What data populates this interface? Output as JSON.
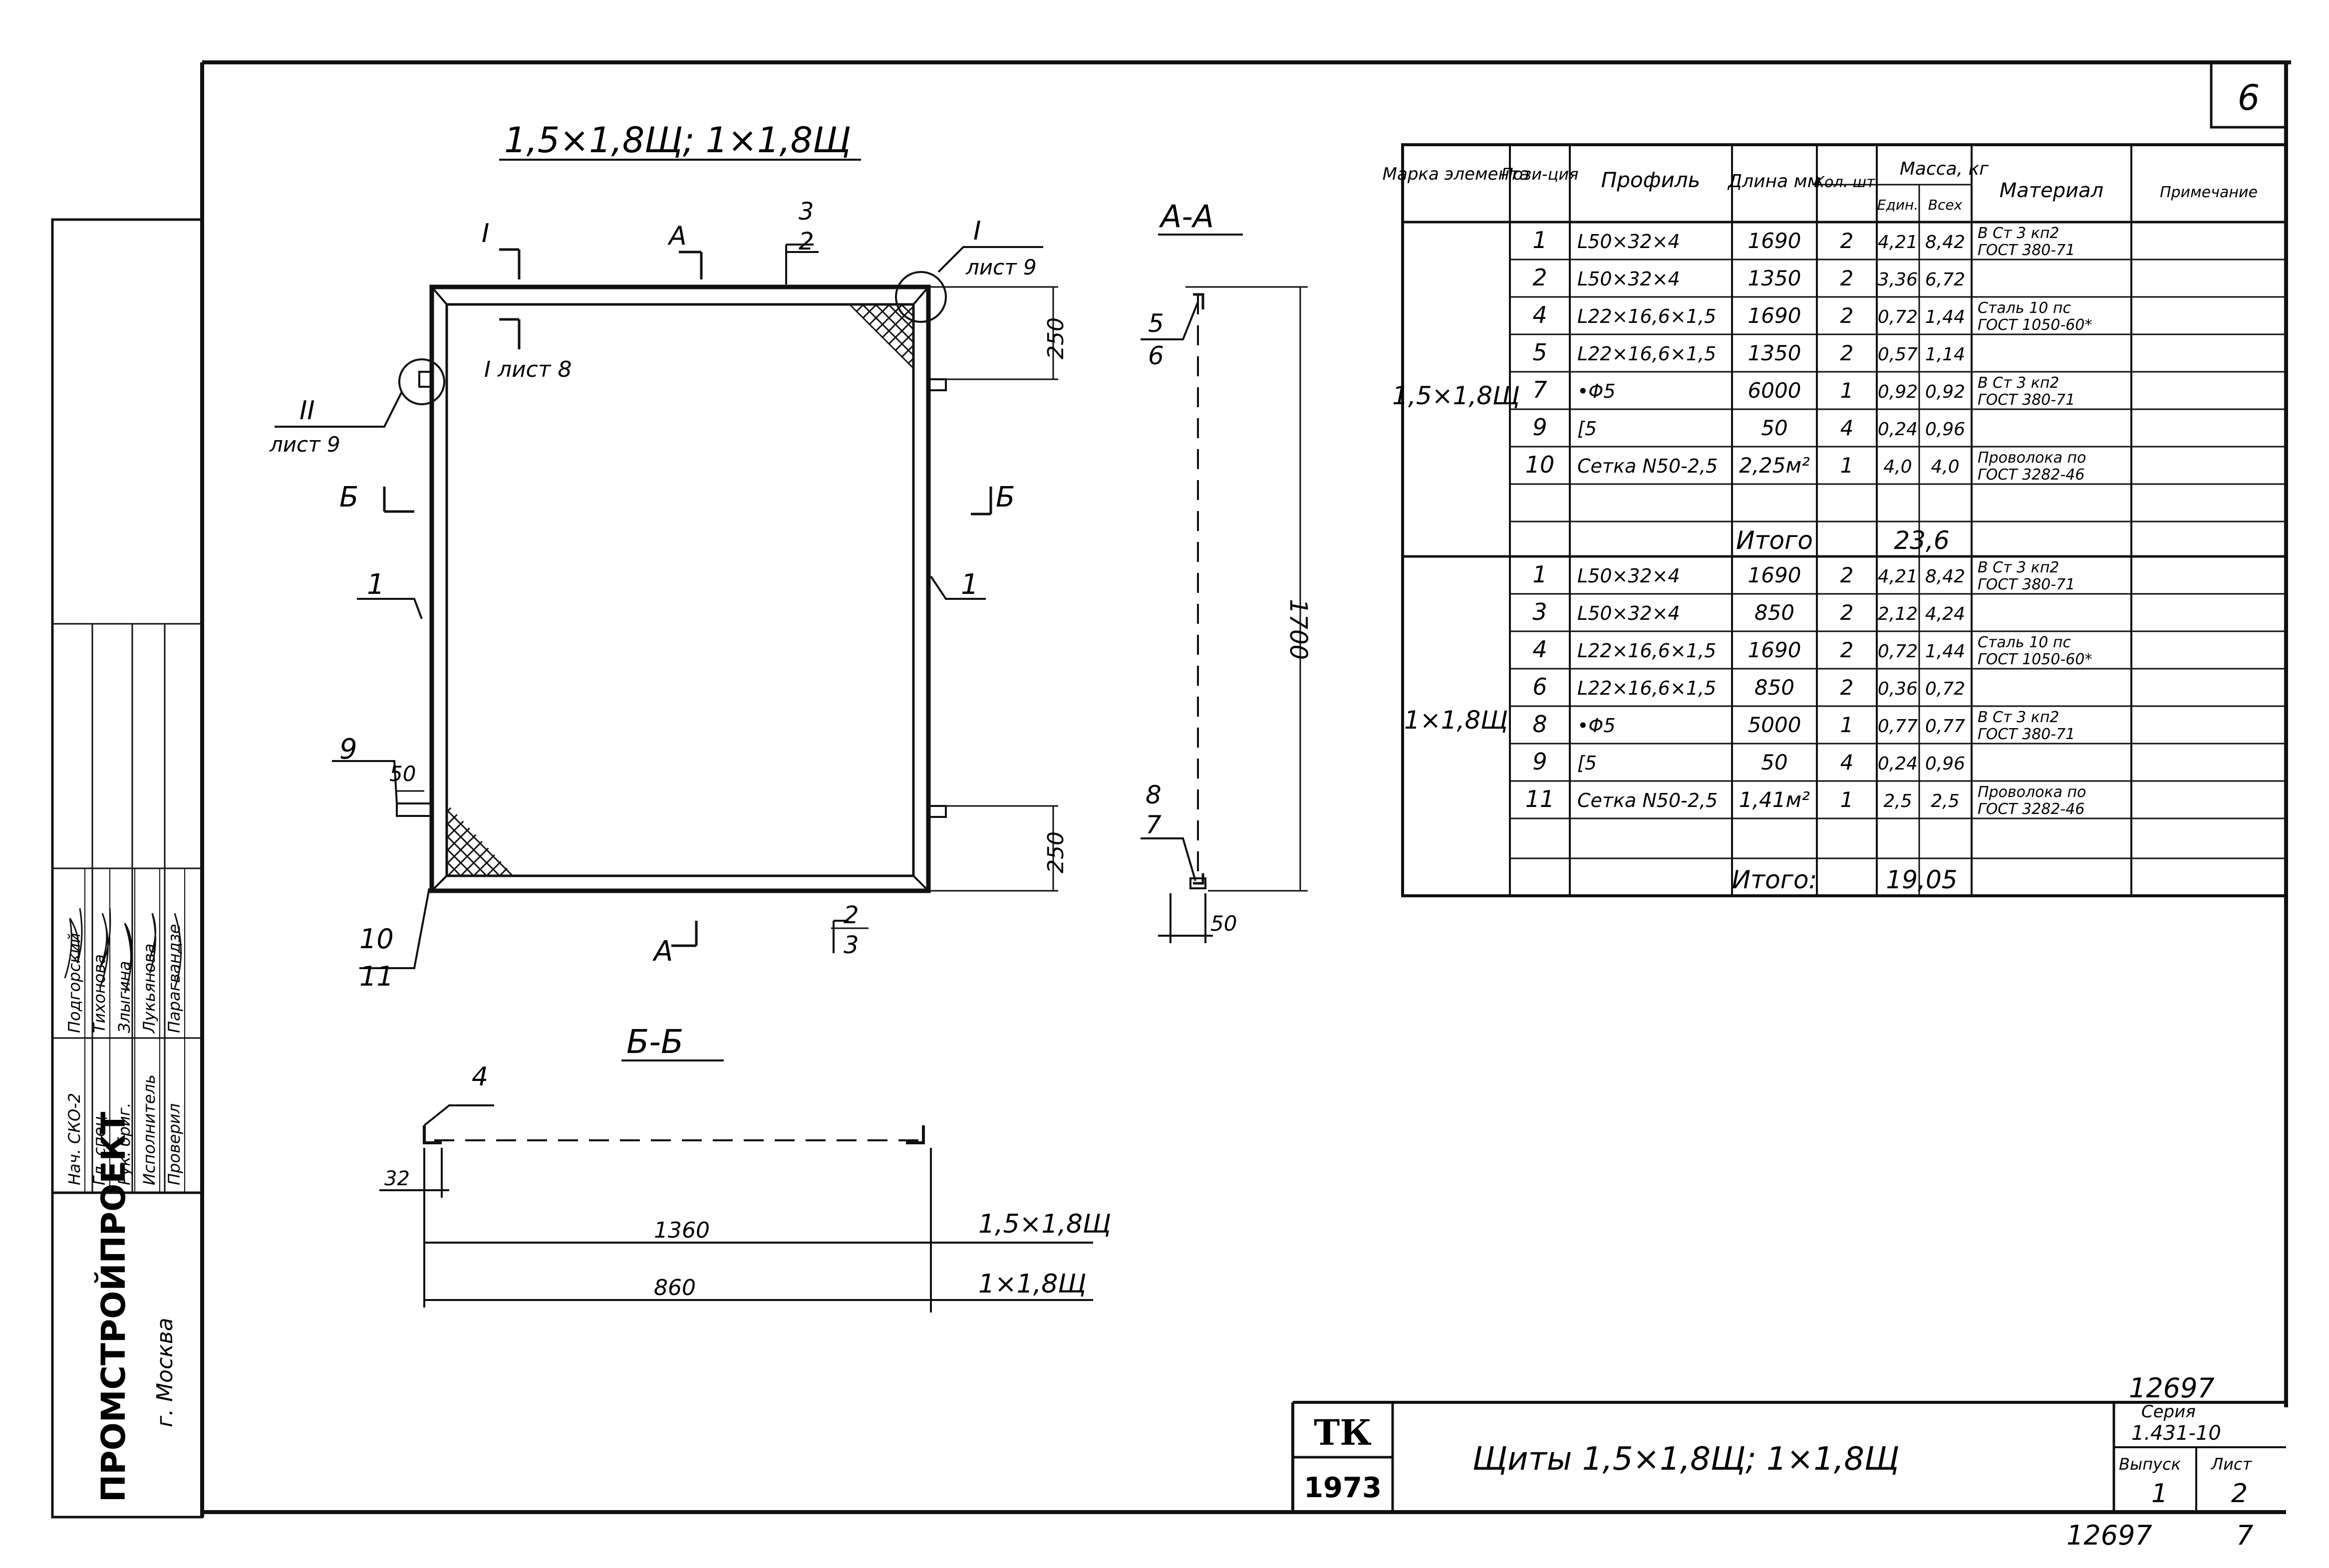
{
  "sheet_number_top": "6",
  "drawing": {
    "title": "1,5×1,8Щ;  1×1,8Щ",
    "section_aa": "А-А",
    "section_bb": "Б-Б",
    "cut_i": "I",
    "cut_a": "А",
    "cut_b": "Б",
    "ref_i_sheet": "лист 9",
    "ref_ii": "II",
    "ref_ii_sheet": "лист 9",
    "ref_i_sheet8": "I лист 8",
    "dim_250_top": "250",
    "dim_250_bottom": "250",
    "dim_1700": "1700",
    "dim_50_left": "50",
    "dim_50_right": "50",
    "dim_32": "32",
    "dim_1360": "1360",
    "dim_860": "860",
    "size_label_1": "1,5×1,8Щ",
    "size_label_2": "1×1,8Щ",
    "labels": {
      "p1": "1",
      "p2": "2",
      "p3": "3",
      "p4": "4",
      "p5": "5",
      "p6": "6",
      "p7": "7",
      "p8": "8",
      "p9": "9",
      "p10": "10",
      "p11": "11"
    }
  },
  "table": {
    "headers": {
      "mark": "Марка элемента",
      "pos": "Пози-ция",
      "profile": "Профиль",
      "length": "Длина мм",
      "qty": "Кол. шт.",
      "mass": "Масса, кг",
      "mass_unit": "Един.",
      "mass_total": "Всех",
      "material": "Материал",
      "note": "Примечание"
    },
    "group1": {
      "mark": "1,5×1,8Щ",
      "rows": [
        {
          "pos": "1",
          "profile": "L50×32×4",
          "length": "1690",
          "qty": "2",
          "unit": "4,21",
          "total": "8,42",
          "material": "В Ст 3 кп2 ГОСТ 380-71"
        },
        {
          "pos": "2",
          "profile": "L50×32×4",
          "length": "1350",
          "qty": "2",
          "unit": "3,36",
          "total": "6,72",
          "material": ""
        },
        {
          "pos": "4",
          "profile": "L22×16,6×1,5",
          "length": "1690",
          "qty": "2",
          "unit": "0,72",
          "total": "1,44",
          "material": "Сталь 10 пс ГОСТ 1050-60*"
        },
        {
          "pos": "5",
          "profile": "L22×16,6×1,5",
          "length": "1350",
          "qty": "2",
          "unit": "0,57",
          "total": "1,14",
          "material": ""
        },
        {
          "pos": "7",
          "profile": "•Φ5",
          "length": "6000",
          "qty": "1",
          "unit": "0,92",
          "total": "0,92",
          "material": "В Ст 3 кп2 ГОСТ 380-71"
        },
        {
          "pos": "9",
          "profile": "[5",
          "length": "50",
          "qty": "4",
          "unit": "0,24",
          "total": "0,96",
          "material": ""
        },
        {
          "pos": "10",
          "profile": "Сетка N50-2,5",
          "length": "2,25м²",
          "qty": "1",
          "unit": "4,0",
          "total": "4,0",
          "material": "Проволока по ГОСТ 3282-46"
        }
      ],
      "total_label": "Итого",
      "total_value": "23,6"
    },
    "group2": {
      "mark": "1×1,8Щ",
      "rows": [
        {
          "pos": "1",
          "profile": "L50×32×4",
          "length": "1690",
          "qty": "2",
          "unit": "4,21",
          "total": "8,42",
          "material": "В Ст 3 кп2 ГОСТ 380-71"
        },
        {
          "pos": "3",
          "profile": "L50×32×4",
          "length": "850",
          "qty": "2",
          "unit": "2,12",
          "total": "4,24",
          "material": ""
        },
        {
          "pos": "4",
          "profile": "L22×16,6×1,5",
          "length": "1690",
          "qty": "2",
          "unit": "0,72",
          "total": "1,44",
          "material": "Сталь 10 пс ГОСТ 1050-60*"
        },
        {
          "pos": "6",
          "profile": "L22×16,6×1,5",
          "length": "850",
          "qty": "2",
          "unit": "0,36",
          "total": "0,72",
          "material": ""
        },
        {
          "pos": "8",
          "profile": "•Φ5",
          "length": "5000",
          "qty": "1",
          "unit": "0,77",
          "total": "0,77",
          "material": "В Ст 3 кп2 ГОСТ 380-71"
        },
        {
          "pos": "9",
          "profile": "[5",
          "length": "50",
          "qty": "4",
          "unit": "0,24",
          "total": "0,96",
          "material": ""
        },
        {
          "pos": "11",
          "profile": "Сетка N50-2,5",
          "length": "1,41м²",
          "qty": "1",
          "unit": "2,5",
          "total": "2,5",
          "material": "Проволока по ГОСТ 3282-46"
        }
      ],
      "total_label": "Итого:",
      "total_value": "19,05"
    }
  },
  "side_stamp": {
    "org": "ПРОМСТРОЙПРОЕКТ",
    "city": "г. Москва",
    "roles": [
      "Нач. СКО-2",
      "Гл. спец.",
      "Рук. бриг.",
      "Исполнитель",
      "Проверил"
    ],
    "names": [
      "Подгорский",
      "Тихонова",
      "Злыгина",
      "Лукьянова",
      "Парагвандзе"
    ]
  },
  "title_block": {
    "tk": "ТК",
    "year": "1973",
    "title": "Щиты  1,5×1,8Щ;  1×1,8Щ",
    "number_above": "12697",
    "series_label": "Серия",
    "series_value": "1.431-10",
    "issue_label": "Выпуск",
    "issue_value": "1",
    "sheet_label": "Лист",
    "sheet_value": "2",
    "number_below": "12697",
    "page_below": "7"
  }
}
